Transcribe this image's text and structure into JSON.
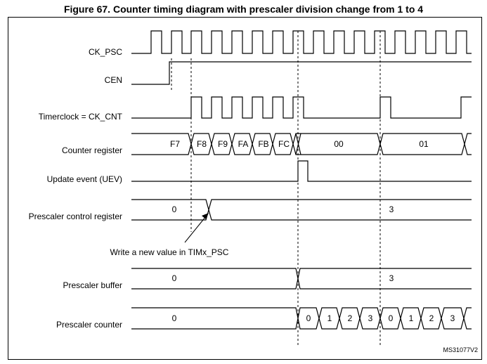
{
  "title": "Figure 67. Counter timing diagram with prescaler division change from 1 to 4",
  "signals": {
    "ck_psc": "CK_PSC",
    "cen": "CEN",
    "timerclock": "Timerclock = CK_CNT",
    "counter_register": "Counter register",
    "uev": "Update event (UEV)",
    "prescaler_control": "Prescaler control register",
    "prescaler_buffer": "Prescaler buffer",
    "prescaler_counter": "Prescaler counter"
  },
  "counter_values": [
    "F7",
    "F8",
    "F9",
    "FA",
    "FB",
    "FC",
    "00",
    "01"
  ],
  "prescaler_control_values": [
    "0",
    "3"
  ],
  "prescaler_buffer_values": [
    "0",
    "3"
  ],
  "prescaler_counter_values": [
    "0",
    "0",
    "1",
    "2",
    "3",
    "0",
    "1",
    "2",
    "3"
  ],
  "annotation": "Write a new value in TIMx_PSC",
  "figure_id": "MS31077V2"
}
